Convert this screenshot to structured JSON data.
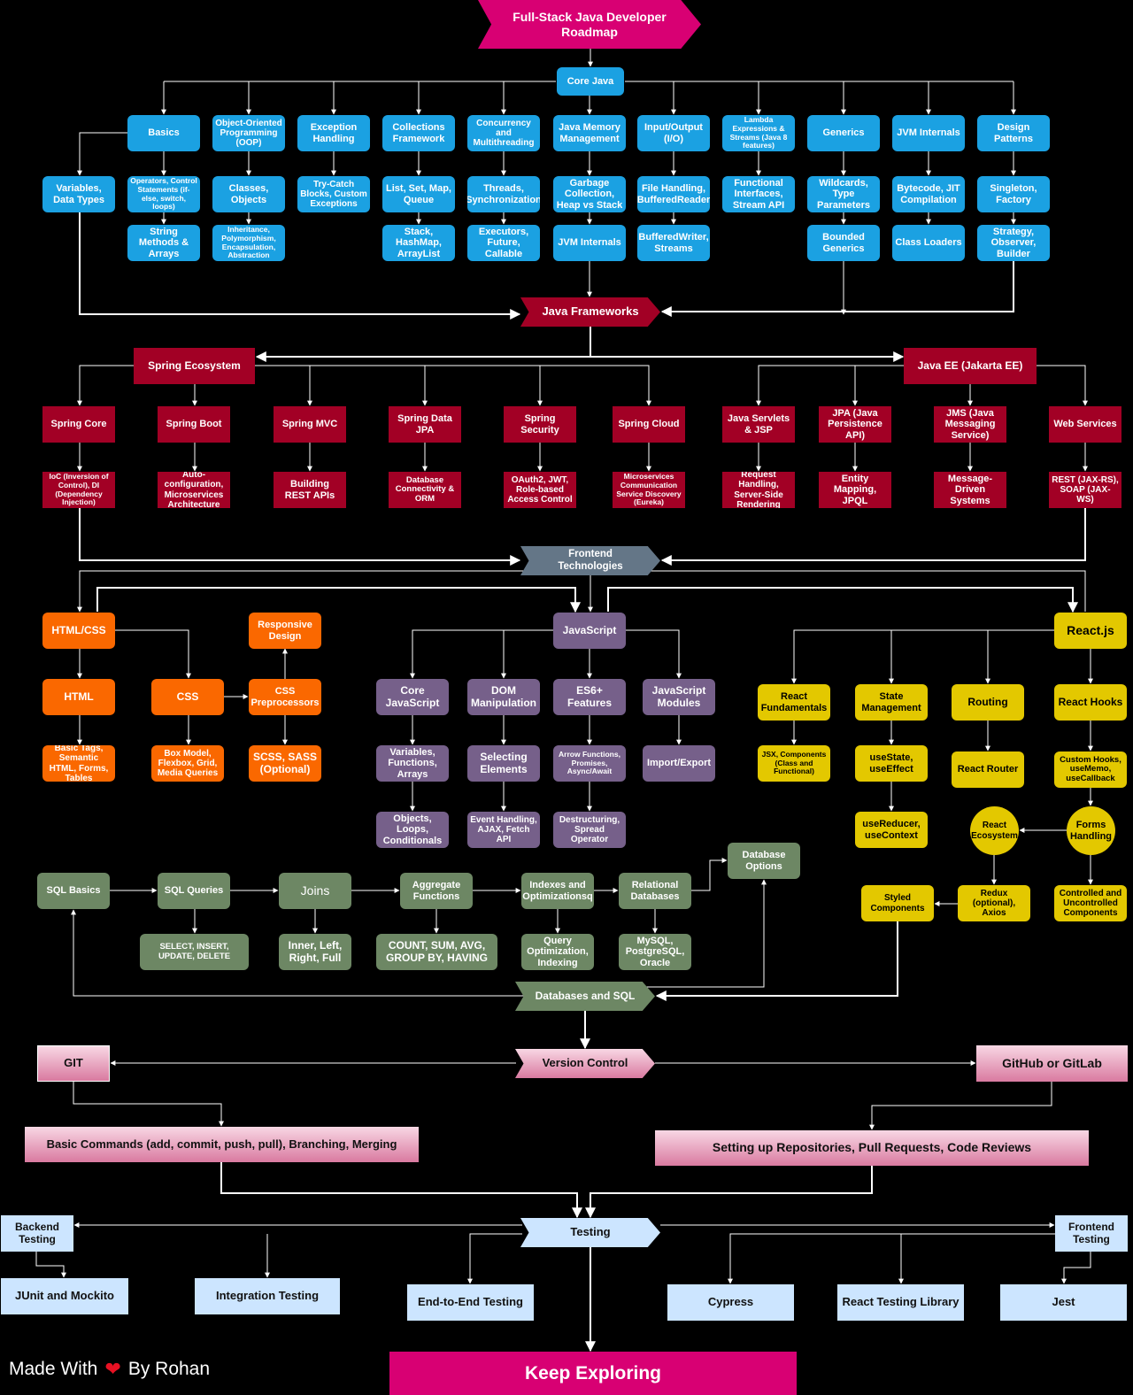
{
  "title": "Full-Stack Java Developer\nRoadmap",
  "core_java": "Core Java",
  "java_topics": [
    {
      "name": "Basics",
      "subs": [
        "Operators, Control Statements (if-else, switch, loops)",
        "String Methods & Arrays"
      ]
    },
    {
      "name": "Object-Oriented Programming (OOP)",
      "subs": [
        "Classes, Objects",
        "Inheritance, Polymorphism, Encapsulation, Abstraction"
      ]
    },
    {
      "name": "Exception Handling",
      "subs": [
        "Try-Catch Blocks, Custom Exceptions"
      ]
    },
    {
      "name": "Collections Framework",
      "subs": [
        "List, Set, Map, Queue",
        "Stack, HashMap, ArrayList"
      ]
    },
    {
      "name": "Concurrency and Multithreading",
      "subs": [
        "Threads, Synchronization",
        "Executors, Future, Callable"
      ]
    },
    {
      "name": "Java Memory Management",
      "subs": [
        "Garbage Collection, Heap vs Stack",
        "JVM Internals"
      ]
    },
    {
      "name": "Input/Output (I/O)",
      "subs": [
        "File Handling, BufferedReader",
        "BufferedWriter, Streams"
      ]
    },
    {
      "name": "Lambda Expressions & Streams (Java 8 features)",
      "subs": [
        "Functional Interfaces, Stream API"
      ]
    },
    {
      "name": "Generics",
      "subs": [
        "Wildcards, Type Parameters",
        "Bounded Generics"
      ]
    },
    {
      "name": "JVM Internals",
      "subs": [
        "Bytecode, JIT Compilation",
        "Class Loaders"
      ]
    },
    {
      "name": "Design Patterns",
      "subs": [
        "Singleton, Factory",
        "Strategy, Observer, Builder"
      ]
    }
  ],
  "variables_types": "Variables, Data Types",
  "java_frameworks": "Java Frameworks",
  "spring_ecosystem": "Spring Ecosystem",
  "java_ee": "Java EE (Jakarta EE)",
  "frameworks": [
    {
      "name": "Spring Core",
      "sub": "IoC (Inversion of Control), DI (Dependency Injection)"
    },
    {
      "name": "Spring Boot",
      "sub": "Auto-configuration, Microservices Architecture"
    },
    {
      "name": "Spring MVC",
      "sub": "Building REST APIs"
    },
    {
      "name": "Spring Data JPA",
      "sub": "Database Connectivity & ORM"
    },
    {
      "name": "Spring Security",
      "sub": "OAuth2, JWT, Role-based Access Control"
    },
    {
      "name": "Spring Cloud",
      "sub": "Microservices Communication Service Discovery (Eureka)"
    },
    {
      "name": "Java Servlets & JSP",
      "sub": "Request Handling, Server-Side Rendering"
    },
    {
      "name": "JPA (Java Persistence API)",
      "sub": "Entity Mapping, JPQL"
    },
    {
      "name": "JMS (Java Messaging Service)",
      "sub": "Message-Driven Systems"
    },
    {
      "name": "Web Services",
      "sub": "REST (JAX-RS), SOAP (JAX-WS)"
    }
  ],
  "frontend_technologies": "Frontend\nTechnologies",
  "html_css": {
    "root": "HTML/CSS",
    "html": "HTML",
    "css": "CSS",
    "responsive": "Responsive Design",
    "preprocessors": "CSS Preprocessors",
    "html_sub": "Basic Tags, Semantic HTML, Forms, Tables",
    "css_sub": "Box Model, Flexbox, Grid, Media Queries",
    "pre_sub": "SCSS, SASS (Optional)"
  },
  "javascript": {
    "root": "JavaScript",
    "cols": [
      {
        "name": "Core JavaScript",
        "subs": [
          "Variables, Functions, Arrays",
          "Objects, Loops, Conditionals"
        ]
      },
      {
        "name": "DOM Manipulation",
        "subs": [
          "Selecting Elements",
          "Event Handling, AJAX, Fetch API"
        ]
      },
      {
        "name": "ES6+ Features",
        "subs": [
          "Arrow Functions, Promises, Async/Await",
          "Destructuring, Spread Operator"
        ]
      },
      {
        "name": "JavaScript Modules",
        "subs": [
          "Import/Export"
        ]
      }
    ]
  },
  "react": {
    "root": "React.js",
    "fundamentals": "React Fundamentals",
    "fundamentals_sub": "JSX, Components (Class and Functional)",
    "state": "State Management",
    "state_sub1": "useState, useEffect",
    "state_sub2": "useReducer, useContext",
    "routing": "Routing",
    "router": "React Router",
    "hooks": "React Hooks",
    "hooks_sub": "Custom Hooks, useMemo, useCallback",
    "forms": "Forms Handling",
    "ecosystem": "React Ecosystem",
    "controlled": "Controlled and Uncontrolled Components",
    "redux": "Redux (optional), Axios",
    "styled": "Styled Components"
  },
  "sql": {
    "basics": "SQL Basics",
    "queries": "SQL Queries",
    "queries_sub": "SELECT, INSERT, UPDATE, DELETE",
    "joins": "Joins",
    "joins_sub": "Inner, Left, Right, Full",
    "aggregate": "Aggregate Functions",
    "aggregate_sub": "COUNT, SUM, AVG, GROUP BY, HAVING",
    "indexes": "Indexes and Optimizationsq",
    "indexes_sub": "Query Optimization, Indexing",
    "relational": "Relational Databases",
    "relational_sub": "MySQL, PostgreSQL, Oracle",
    "options": "Database Options",
    "banner": "Databases and SQL"
  },
  "version_control": {
    "banner": "Version Control",
    "git": "GIT",
    "git_sub": "Basic Commands (add, commit, push, pull), Branching, Merging",
    "hub": "GitHub or GitLab",
    "hub_sub": "Setting up Repositories, Pull Requests, Code Reviews"
  },
  "testing": {
    "banner": "Testing",
    "backend": "Backend Testing",
    "frontend": "Frontend Testing",
    "junit": "JUnit and Mockito",
    "integration": "Integration Testing",
    "e2e": "End-to-End Testing",
    "cypress": "Cypress",
    "rtl": "React Testing Library",
    "jest": "Jest"
  },
  "footer": {
    "made_with": "Made With",
    "by": "By Rohan",
    "keep_exploring": "Keep Exploring"
  },
  "colors": {
    "pink_title": "#d80073",
    "blue": "#1ba1e2",
    "red": "#a20025",
    "orange": "#fa6800",
    "purple": "#76608a",
    "yellow": "#e3c800",
    "green": "#6d8764",
    "slate": "#647687"
  }
}
